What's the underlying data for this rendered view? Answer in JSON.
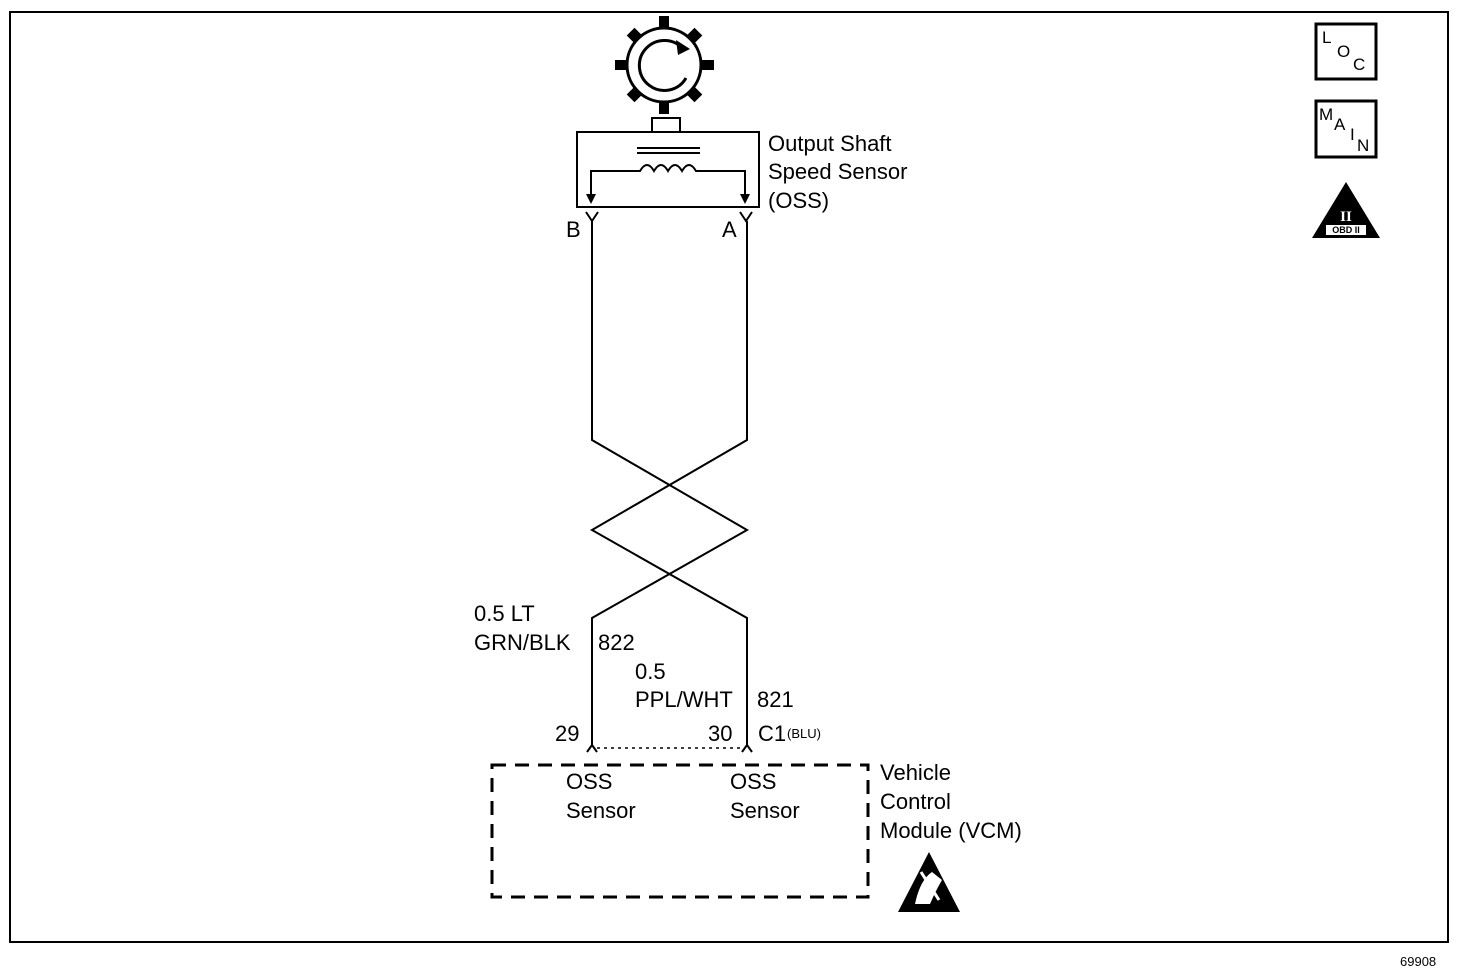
{
  "sensor": {
    "name_line1": "Output Shaft",
    "name_line2": "Speed Sensor",
    "name_line3": "(OSS)",
    "pin_b": "B",
    "pin_a": "A"
  },
  "wires": {
    "w822_line1": "0.5 LT",
    "w822_line2": "GRN/BLK",
    "w822_circuit": "822",
    "w821_line1": "0.5",
    "w821_line2": "PPL/WHT",
    "w821_circuit": "821"
  },
  "connector": {
    "pin_29": "29",
    "pin_30": "30",
    "name": "C1",
    "color": "(BLU)"
  },
  "module": {
    "name_line1": "Vehicle",
    "name_line2": "Control",
    "name_line3": "Module (VCM)",
    "input_left_line1": "OSS",
    "input_left_line2": "Sensor",
    "input_right_line1": "OSS",
    "input_right_line2": "Sensor"
  },
  "symbols": {
    "loc_1": "L",
    "loc_2": "O",
    "loc_3": "C",
    "main_1": "M",
    "main_2": "A",
    "main_3": "I",
    "main_4": "N",
    "obd_roman": "II",
    "obd_label": "OBD II",
    "esd_icon": "esd-warning-icon"
  },
  "figure_number": "69908"
}
